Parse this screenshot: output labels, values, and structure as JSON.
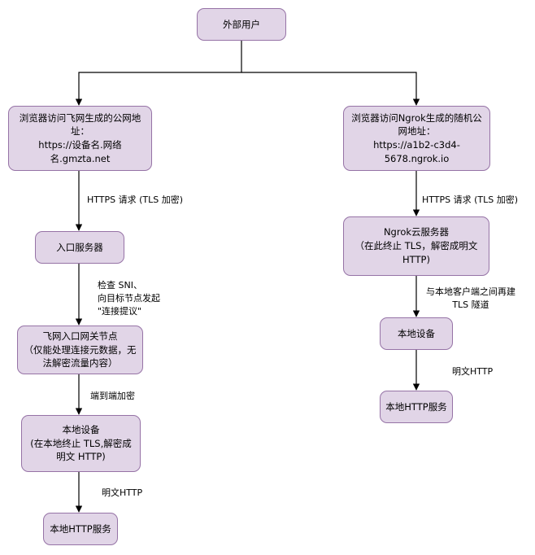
{
  "nodes": {
    "external_user": "外部用户",
    "left_browser": "浏览器访问飞网生成的公网地址：\nhttps://设备名.网络名.gmzta.net",
    "left_ingress": "入口服务器",
    "left_gateway": "飞网入口网关节点\n（仅能处理连接元数据，无法解密流量内容）",
    "left_local_device": "本地设备\n(在本地终止 TLS,解密成明文 HTTP)",
    "left_http_service": "本地HTTP服务",
    "right_browser": "浏览器访问Ngrok生成的随机公网地址：\nhttps://a1b2-c3d4-5678.ngrok.io",
    "right_ngrok_server": "Ngrok云服务器\n（在此终止 TLS，解密成明文 HTTP)",
    "right_local_device": "本地设备",
    "right_http_service": "本地HTTP服务"
  },
  "edge_labels": {
    "left_https": "HTTPS 请求 (TLS 加密)",
    "left_sni": "检查 SNI、\n向目标节点发起\n\"连接提议\"",
    "left_e2e": "端到端加密",
    "left_plain": "明文HTTP",
    "right_https": "HTTPS 请求 (TLS 加密)",
    "right_tunnel": "与本地客户端之间再建\nTLS 隧道",
    "right_plain": "明文HTTP"
  },
  "colors": {
    "node_fill": "#e1d5e7",
    "node_stroke": "#9673a6",
    "edge": "#000000"
  }
}
